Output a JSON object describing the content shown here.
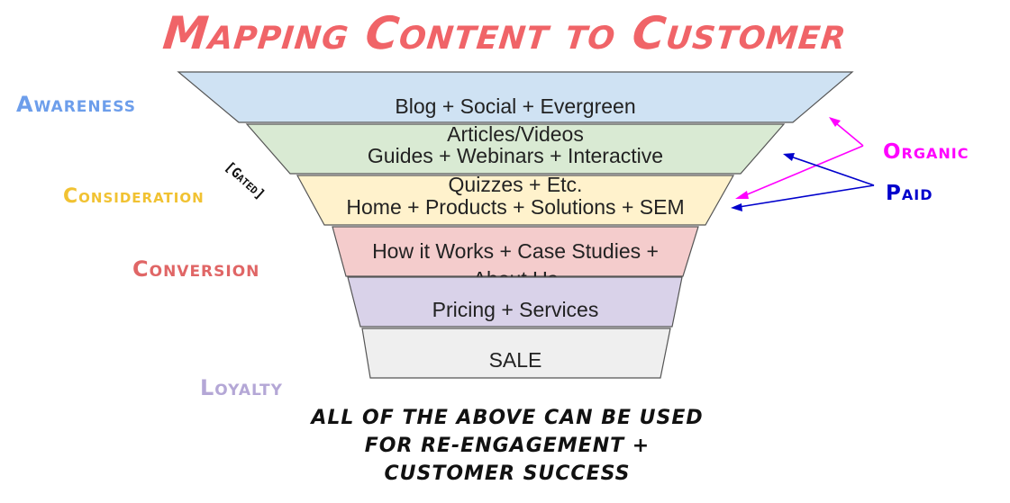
{
  "title": "Mapping Content to Customer",
  "stages": {
    "awareness": "Awareness",
    "consideration": "Consideration",
    "conversion": "Conversion",
    "loyalty": "Loyalty"
  },
  "gated_label": "[Gated]",
  "funnel_levels": [
    {
      "lines": [
        "Blog + Social + Evergreen"
      ],
      "color": "#cfe2f3"
    },
    {
      "lines": [
        "Articles/Videos",
        "Guides + Webinars + Interactive"
      ],
      "color": "#d9ead3"
    },
    {
      "lines": [
        "Quizzes + Etc.",
        "Home + Products + Solutions + SEM"
      ],
      "color": "#fff2cc"
    },
    {
      "lines": [
        "How it Works + Case Studies +",
        "About Us"
      ],
      "color": "#f4cccc"
    },
    {
      "lines": [
        "Pricing + Services"
      ],
      "color": "#d9d2e9"
    },
    {
      "lines": [
        "SALE"
      ],
      "color": "#efefef"
    }
  ],
  "channels": {
    "organic": "Organic",
    "paid": "Paid"
  },
  "colors": {
    "title": "#f06468",
    "awareness": "#6d9eeb",
    "consideration": "#f1c232",
    "conversion": "#e06666",
    "loyalty": "#b4a7d6",
    "organic": "#ff00ff",
    "paid": "#0000cc",
    "funnel_stroke": "#555555"
  },
  "footer": {
    "line1": "All of the above can be used",
    "line2": "for re-engagement +",
    "line3": "customer success"
  }
}
